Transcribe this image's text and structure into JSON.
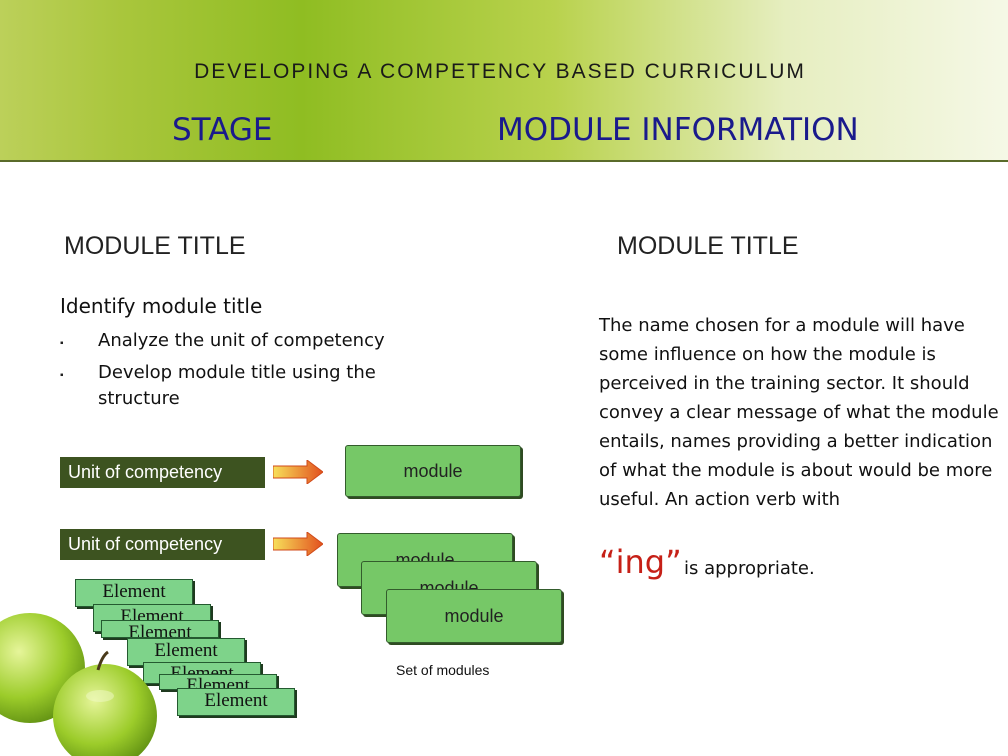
{
  "header": {
    "deck_title": "DEVELOPING A COMPETENCY BASED CURRICULUM",
    "stage_label": "STAGE",
    "stage_value": "MODULE INFORMATION"
  },
  "left": {
    "column_title": "MODULE TITLE",
    "heading": "Identify module title",
    "bullets": [
      "Analyze the unit of competency",
      "Develop module title using the structure"
    ],
    "bullet_line1": "Develop module title using the",
    "bullet_line2": "structure",
    "diagram": {
      "unit_label": "Unit of competency",
      "module_label": "module",
      "element_label": "Element",
      "set_label": "Set of modules"
    }
  },
  "right": {
    "column_title": "MODULE TITLE",
    "description": "The name chosen for a module will have some influence on how the module is perceived in the training sector. It should convey a clear message of what the module entails, names providing a better indication of what the module is about would be more useful. An action verb with",
    "ing_text": "“ing”",
    "tail_text": "is appropriate."
  },
  "colors": {
    "accent_title": "#1a1a8c",
    "unit_box": "#3d5320",
    "module_box": "#76c867",
    "element_box": "#7ed38a",
    "ing": "#c62017"
  }
}
